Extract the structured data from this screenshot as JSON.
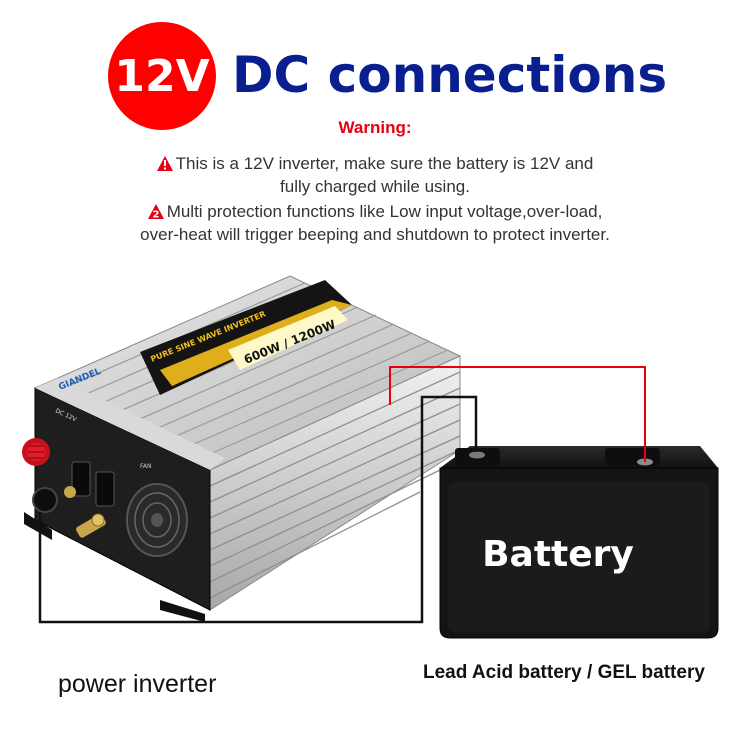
{
  "header": {
    "badge": "12V",
    "title": "DC connections"
  },
  "warning": {
    "heading": "Warning:",
    "line1a": "This is a 12V inverter, make sure the battery is 12V and",
    "line1b": "fully charged while using.",
    "line2a": "Multi protection functions like Low input voltage,over-load,",
    "line2b": "over-heat will trigger beeping and shutdown to protect inverter.",
    "icon_color": "#e60012"
  },
  "product": {
    "brand": "GIANDEL",
    "label_line": "PURE SINE WAVE INVERTER",
    "rating": "600W / 1200W",
    "port_label": "DC 12V",
    "fan_label": "FAN"
  },
  "battery": {
    "label": "Battery"
  },
  "captions": {
    "left": "power inverter",
    "right": "Lead Acid battery / GEL battery"
  },
  "colors": {
    "title_blue": "#0a1f8f",
    "badge_red": "#ff0000",
    "wire_red": "#e60012",
    "wire_black": "#111111"
  }
}
